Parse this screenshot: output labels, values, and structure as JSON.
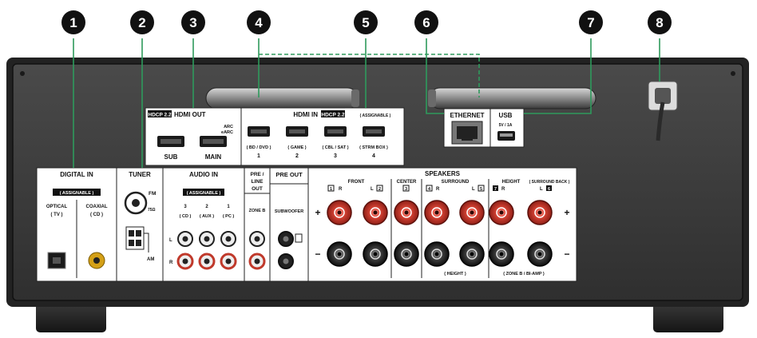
{
  "callouts": [
    "1",
    "2",
    "3",
    "4",
    "5",
    "6",
    "7",
    "8"
  ],
  "hdmi_out": {
    "badge": "HDCP 2.2",
    "title": "HDMI OUT",
    "arc": "ARC\neARC",
    "ports": [
      "SUB",
      "MAIN"
    ]
  },
  "hdmi_in": {
    "title": "HDMI IN",
    "badge": "HDCP 2.2",
    "assignable": "( ASSIGNABLE )",
    "ports": [
      {
        "label": "( BD / DVD )",
        "num": "1"
      },
      {
        "label": "( GAME )",
        "num": "2"
      },
      {
        "label": "( CBL / SAT )",
        "num": "3"
      },
      {
        "label": "( STRM BOX )",
        "num": "4"
      }
    ]
  },
  "ethernet": {
    "title": "ETHERNET"
  },
  "usb": {
    "title": "USB",
    "rating": "5V / 1A"
  },
  "digital_in": {
    "title": "DIGITAL IN",
    "assignable": "( ASSIGNABLE )",
    "optical": "OPTICAL",
    "optical_sub": "( TV )",
    "coaxial": "COAXIAL",
    "coaxial_sub": "( CD )"
  },
  "tuner": {
    "title": "TUNER",
    "fm": "FM",
    "fm_sub": "75Ω",
    "am": "AM"
  },
  "audio_in": {
    "title": "AUDIO IN",
    "assignable": "( ASSIGNABLE )",
    "nums": [
      "3",
      "2",
      "1"
    ],
    "labels": [
      "( CD )",
      "( AUX )",
      "( PC )"
    ],
    "l": "L",
    "r": "R"
  },
  "pre_line_out": {
    "title": "PRE / LINE OUT",
    "zone": "ZONE B"
  },
  "pre_out": {
    "title": "PRE OUT",
    "sub": "SUBWOOFER"
  },
  "speakers": {
    "title": "SPEAKERS",
    "groups": [
      "FRONT",
      "CENTER",
      "SURROUND",
      "HEIGHT",
      "( SURROUND BACK )"
    ],
    "front_labels": {
      "r_num": "1",
      "r": "R",
      "l": "L",
      "l_num": "2"
    },
    "center_num": "3",
    "surround_labels": {
      "r_num": "4",
      "r": "R",
      "l": "L",
      "l_num": "5"
    },
    "height_labels": {
      "r_num": "7",
      "r": "R",
      "l": "L",
      "l_num": "6"
    },
    "plus": "+",
    "minus": "−",
    "sub_height": "( HEIGHT )",
    "sub_zone": "( ZONE B / BI-AMP )"
  },
  "colors": {
    "callout": "#111111",
    "leader": "#2e9a5c",
    "panel": "#3d3d3d",
    "panel_edge": "#1c1c1c",
    "label_box": "#ffffff",
    "terminal_red": "#c0392b",
    "terminal_black": "#2a2a2a"
  }
}
